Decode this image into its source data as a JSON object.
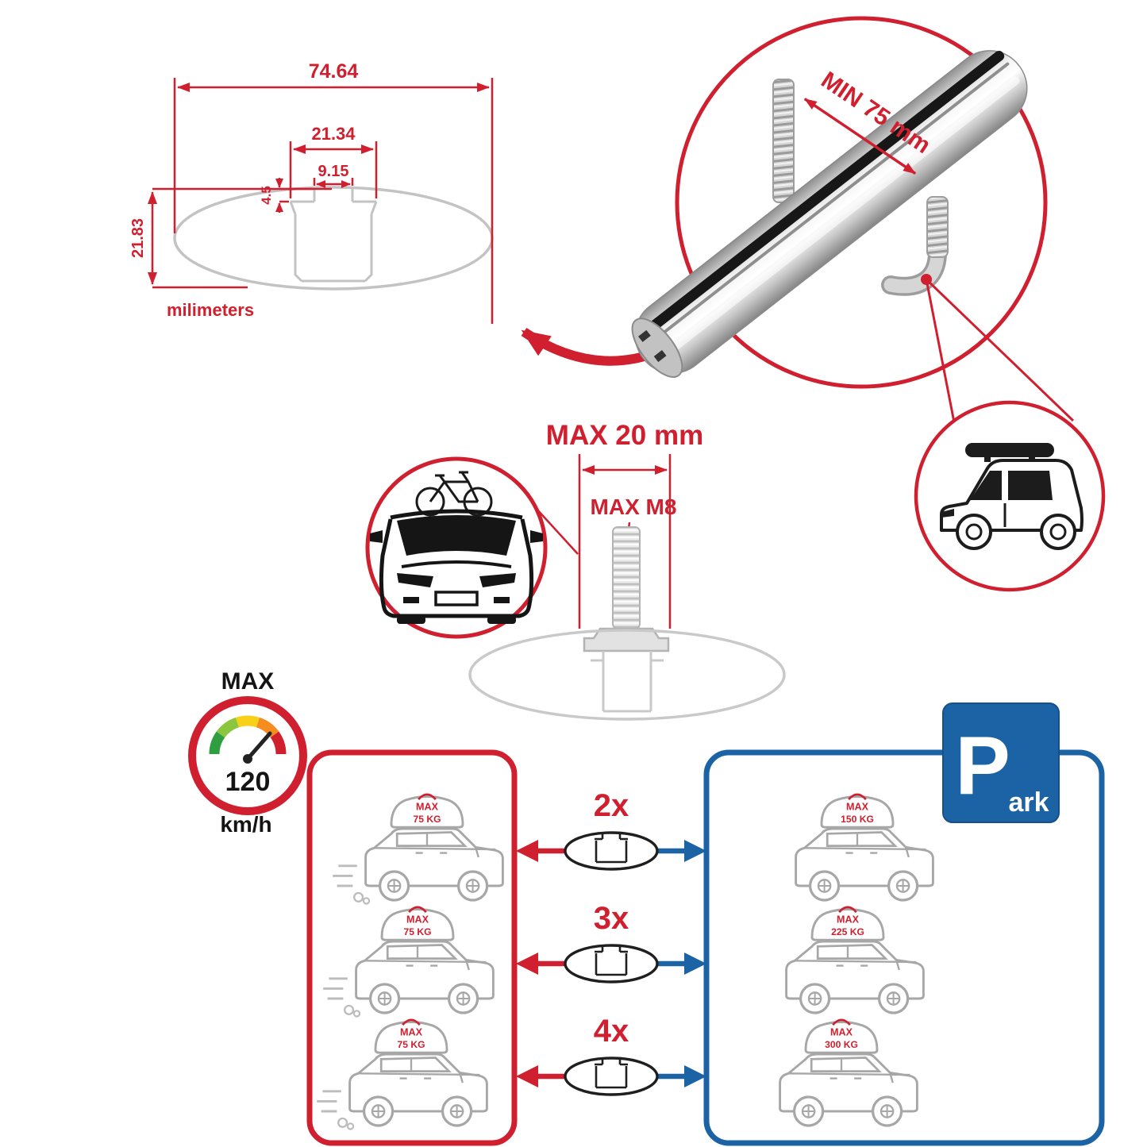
{
  "colors": {
    "red": "#d01f2e",
    "blue": "#1c63a6",
    "draw_gray": "#c3c3c3",
    "car_gray": "#a7a7a7",
    "ink": "#141414"
  },
  "cross_section": {
    "width": "74.64",
    "slot_outer_width": "21.34",
    "slot_inner_width": "9.15",
    "slot_depth": "4.5",
    "height": "21.83",
    "units": "milimeters"
  },
  "bar_detail": {
    "min_span": "MIN 75 mm"
  },
  "bolt": {
    "max_length": "MAX 20 mm",
    "max_thread": "MAX M8"
  },
  "speed": {
    "label": "MAX",
    "value": "120",
    "unit": "km/h"
  },
  "park_sign": {
    "letter": "P",
    "rest": "ark"
  },
  "multipliers": [
    {
      "label": "2x"
    },
    {
      "label": "3x"
    },
    {
      "label": "4x"
    }
  ],
  "driving_cars": [
    {
      "max": "MAX",
      "weight": "75 KG"
    },
    {
      "max": "MAX",
      "weight": "75 KG"
    },
    {
      "max": "MAX",
      "weight": "75 KG"
    }
  ],
  "parked_cars": [
    {
      "max": "MAX",
      "weight": "150 KG"
    },
    {
      "max": "MAX",
      "weight": "225 KG"
    },
    {
      "max": "MAX",
      "weight": "300 KG"
    }
  ]
}
